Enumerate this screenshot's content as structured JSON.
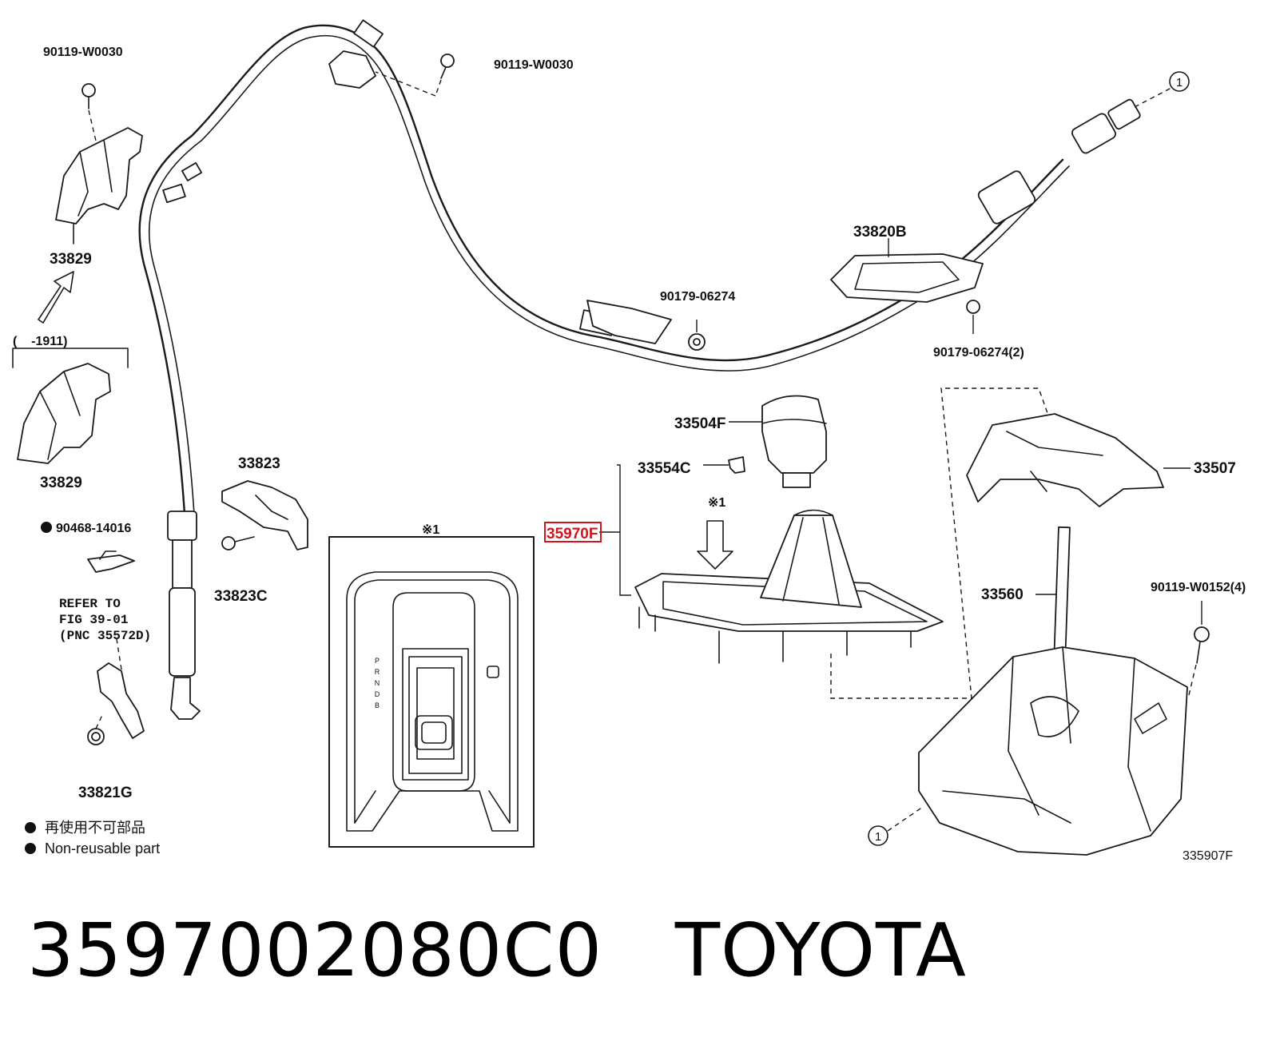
{
  "labels": {
    "bolt_top_left": "90119-W0030",
    "bolt_top_mid": "90119-W0030",
    "bracket_upper": "33829",
    "range_note": "(    -1911)",
    "bracket_lower": "33829",
    "clip_nonreusable": "90468-14016",
    "refer_line1": "REFER TO",
    "refer_line2": "FIG 39-01",
    "refer_line3": "(PNC 35572D)",
    "bushing": "33821G",
    "retainer": "33823",
    "retainer_bolt": "33823C",
    "nut_mid": "90179-06274",
    "plate": "33820B",
    "nut_right": "90179-06274(2)",
    "knob": "33504F",
    "clip_knob": "33554C",
    "selected_part": "35970F",
    "note_mark_a": "※1",
    "note_mark_b": "※1",
    "housing_cover": "33507",
    "lever_assy": "33560",
    "bolt_right": "90119-W0152(4)",
    "ref_circle_top": "1",
    "ref_circle_bottom": "1",
    "figure_code": "335907F",
    "shift_letters": [
      "P",
      "R",
      "N",
      "D",
      "B"
    ]
  },
  "legend": {
    "line_jp": "再使用不可部品",
    "line_en": "Non-reusable part"
  },
  "caption": {
    "part_number": "3597002080C0",
    "brand": "TOYOTA"
  },
  "colors": {
    "highlight": "#d2141e",
    "ink": "#111111"
  }
}
